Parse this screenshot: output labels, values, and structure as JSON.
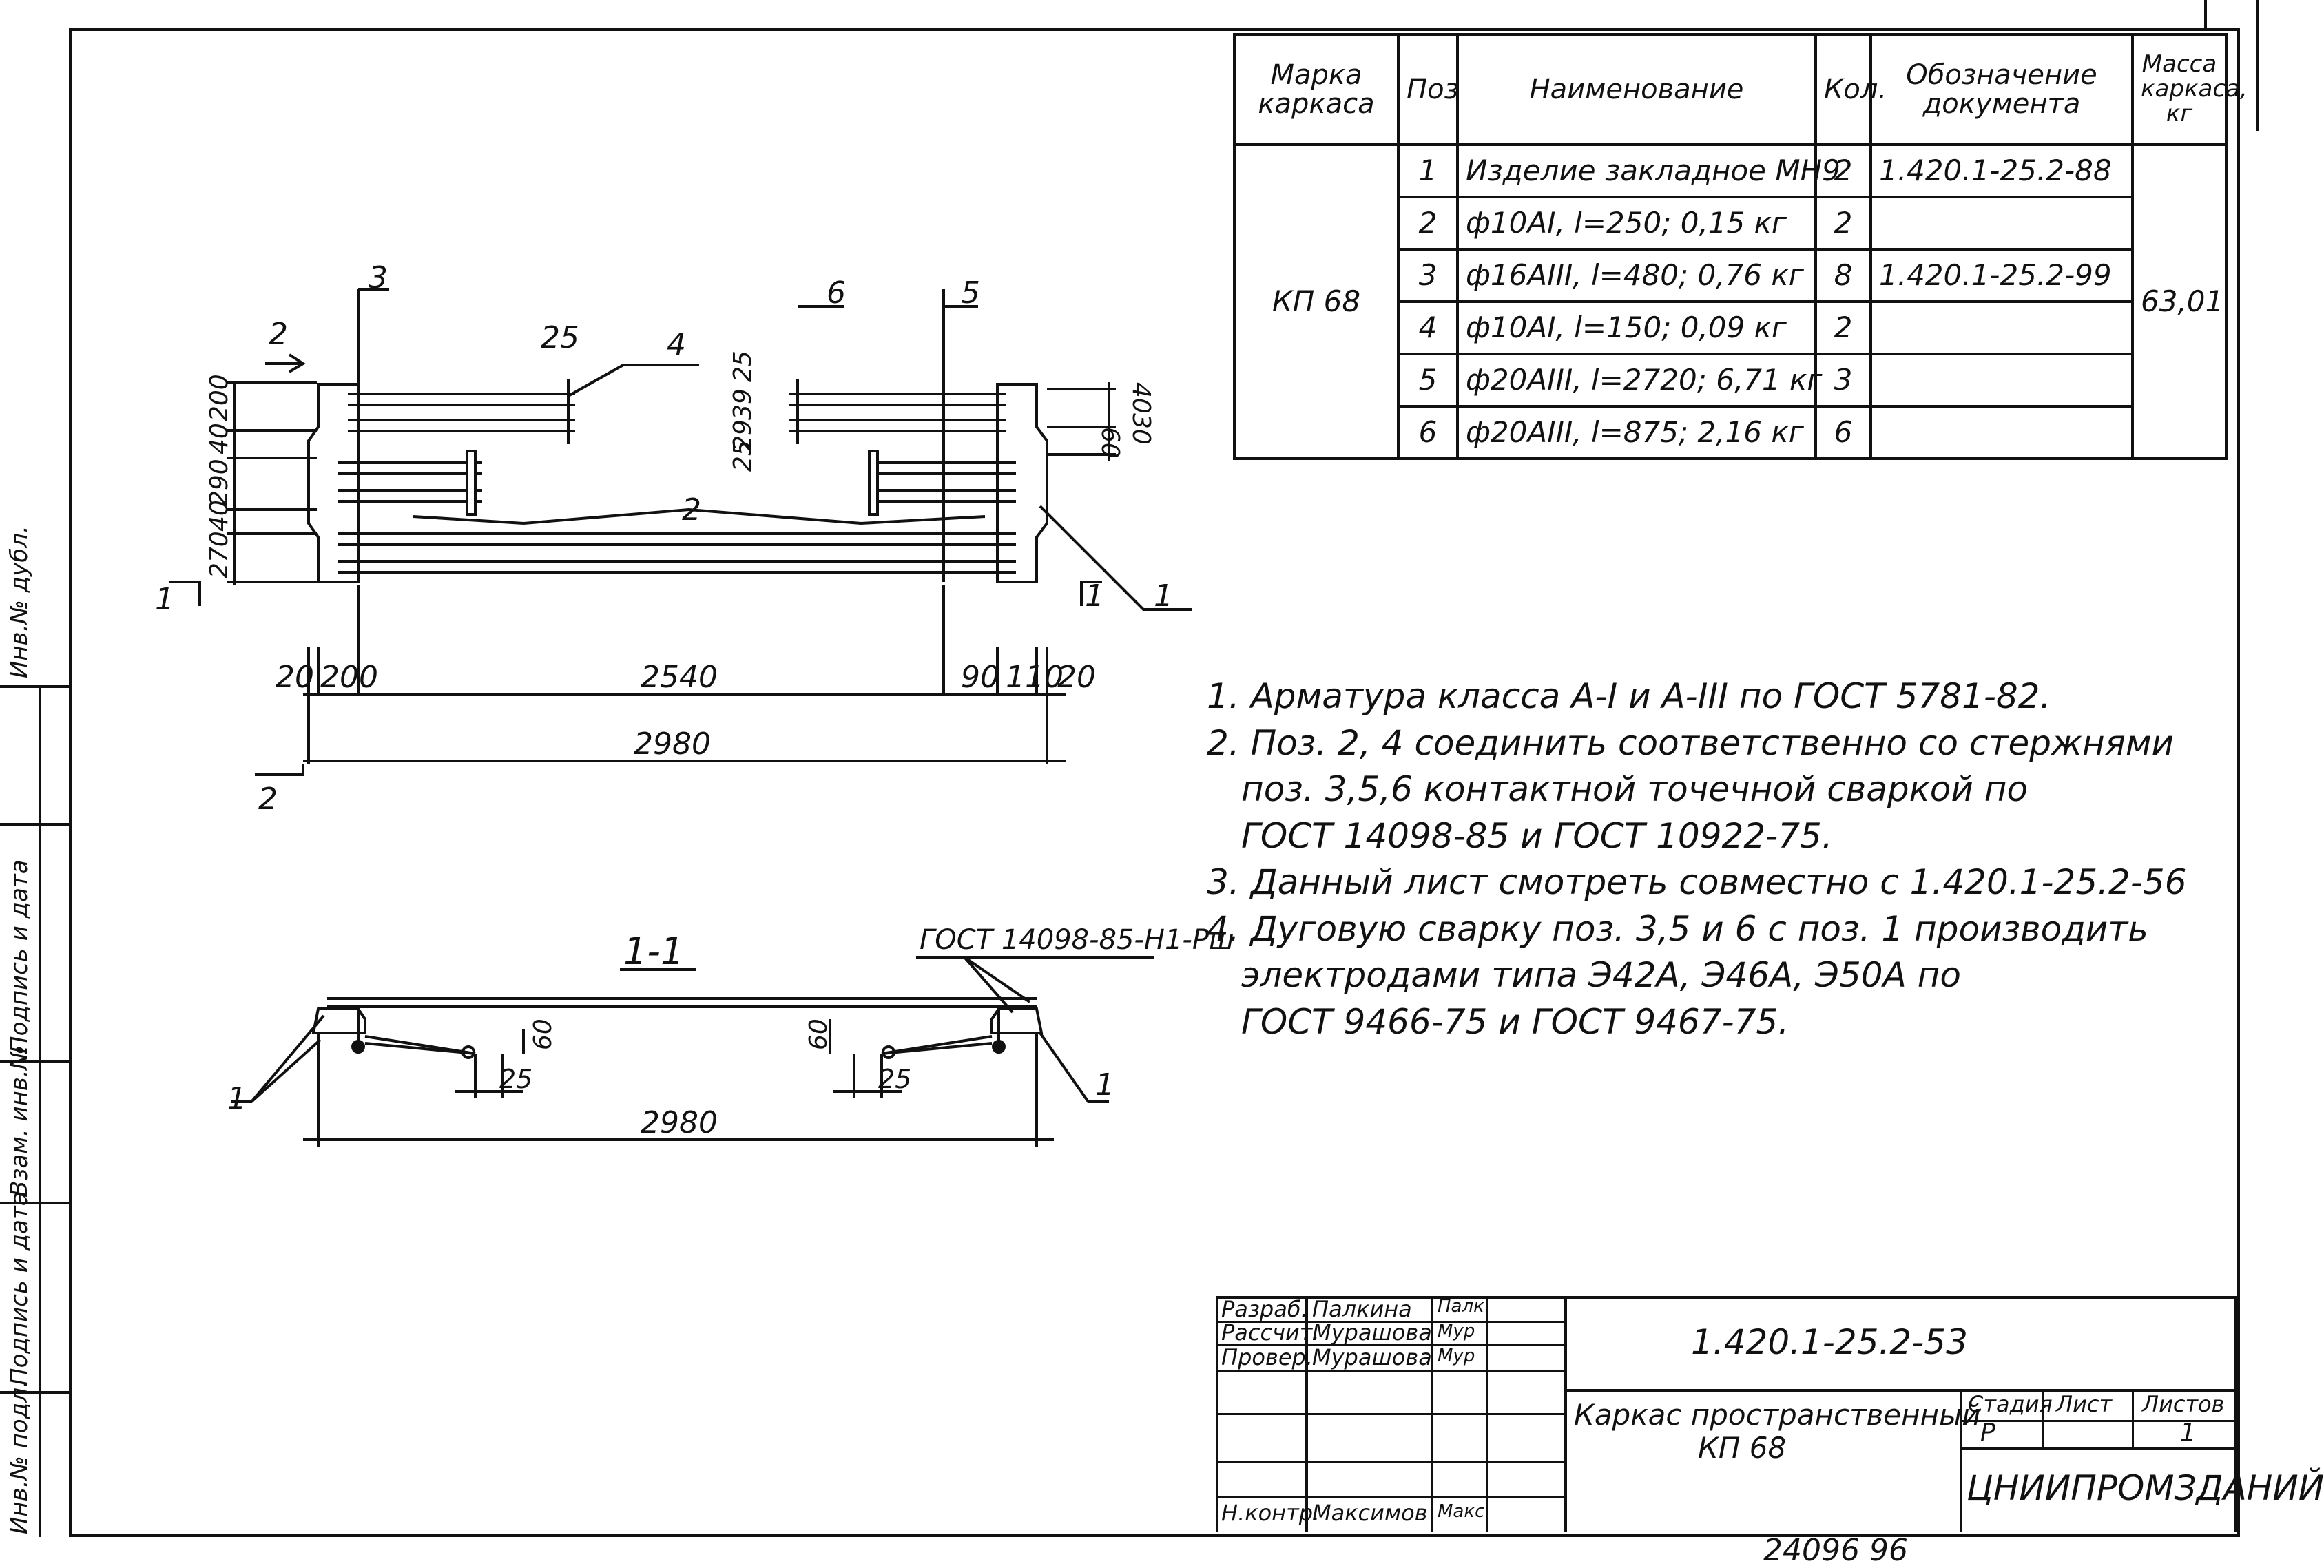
{
  "spec_table": {
    "headers": {
      "marka": "Марка каркаса",
      "poz": "Поз",
      "name": "Наименование",
      "qty": "Кол.",
      "doc": "Обозначение документа",
      "mass": "Масса каркаса, кг"
    },
    "marka_value": "КП 68",
    "mass_value": "63,01",
    "rows": [
      {
        "poz": "1",
        "name": "Изделие закладное МН9",
        "qty": "2",
        "doc": "1.420.1-25.2-88"
      },
      {
        "poz": "2",
        "name": "ф10АI, l=250; 0,15 кг",
        "qty": "2",
        "doc": ""
      },
      {
        "poz": "3",
        "name": "ф16АIII, l=480; 0,76 кг",
        "qty": "8",
        "doc": "1.420.1-25.2-99"
      },
      {
        "poz": "4",
        "name": "ф10АI, l=150; 0,09 кг",
        "qty": "2",
        "doc": ""
      },
      {
        "poz": "5",
        "name": "ф20АIII, l=2720; 6,71 кг",
        "qty": "3",
        "doc": ""
      },
      {
        "poz": "6",
        "name": "ф20АIII, l=875; 2,16 кг",
        "qty": "6",
        "doc": ""
      }
    ]
  },
  "notes": [
    "1. Арматура класса А-I и А-III по ГОСТ 5781-82.",
    "2. Поз. 2, 4 соединить соответственно со стержнями",
    "поз. 3,5,6 контактной точечной сваркой по",
    "ГОСТ 14098-85 и ГОСТ 10922-75.",
    "3. Данный лист смотреть совместно с 1.420.1-25.2-56",
    "4. Дуговую сварку поз. 3,5 и 6 с поз. 1 производить",
    "электродами типа Э42А, Э46А, Э50А по",
    "ГОСТ 9466-75 и ГОСТ 9467-75."
  ],
  "plan_view": {
    "callouts": [
      "3",
      "4",
      "6",
      "5",
      "2",
      "1",
      "1"
    ],
    "section_marks": [
      "2",
      "1",
      "1",
      "2"
    ],
    "dims_bottom": [
      "20",
      "200",
      "2540",
      "90",
      "110",
      "20"
    ],
    "total": "2980",
    "dims_left": [
      "200",
      "40",
      "290",
      "40",
      "270"
    ],
    "dims_right": [
      "40",
      "30",
      "60"
    ],
    "dims_top": [
      "25",
      "25",
      "39",
      "29",
      "25"
    ]
  },
  "section_view": {
    "title": "1-1",
    "weld_ref": "ГОСТ 14098-85-Н1-Рш",
    "dims": [
      "60",
      "25",
      "60",
      "25"
    ],
    "total": "2980",
    "callouts": [
      "1",
      "1"
    ]
  },
  "title_block": {
    "roles": [
      {
        "role": "Разраб.",
        "name": "Палкина",
        "sign": "Палк"
      },
      {
        "role": "Рассчит.",
        "name": "Мурашова",
        "sign": "Мур"
      },
      {
        "role": "Провер.",
        "name": "Мурашова",
        "sign": "Мур"
      },
      {
        "role": "",
        "name": "",
        "sign": ""
      },
      {
        "role": "",
        "name": "",
        "sign": ""
      },
      {
        "role": "Н.контр.",
        "name": "Максимов",
        "sign": "Макс"
      }
    ],
    "doc_number": "1.420.1-25.2-53",
    "title_line1": "Каркас пространственный",
    "title_line2": "КП 68",
    "stage_label": "Стадия",
    "sheet_label": "Лист",
    "sheets_label": "Листов",
    "stage_value": "Р",
    "sheets_value": "1",
    "org": "ЦНИИПРОМЗДАНИЙ",
    "bottom_number": "24096 96"
  },
  "side_stamp": [
    "Инв.№ подл.",
    "Подпись и дата",
    "Взам. инв.№",
    "Подпись и дата",
    "Инв.№ дубл."
  ]
}
